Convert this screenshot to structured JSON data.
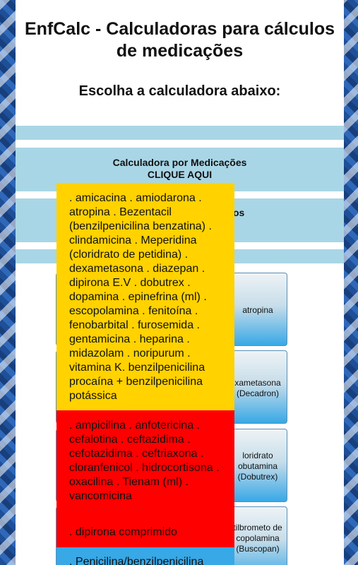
{
  "header": {
    "title": "EnfCalc - Calculadoras para cálculos de medicações",
    "subtitle": "Escolha a calculadora abaixo:"
  },
  "menu": {
    "medicacoes_line1": "Calculadora por Medicações",
    "medicacoes_line2": "CLIQUE AQUI",
    "second_partial": "entos"
  },
  "buttons": [
    {
      "label": "atropina"
    },
    {
      "label": "xametasona (Decadron)"
    },
    {
      "label": "loridrato obutamina (Dobutrex)"
    },
    {
      "label": "tilbrometo de copolamina (Buscopan)"
    }
  ],
  "dropdown": {
    "group1": ". amicacina . amiodarona . atropina . Bezentacil (benzilpenicilina benzatina) . clindamicina . Meperidina (cloridrato de petidina) . dexametasona . diazepan . dipirona E.V . dobutrex . dopamina . epinefrina (ml) . escopolamina . fenitoína . fenobarbital . furosemida . gentamicina . heparina . midazolam . noripurum . vitamina K. benzilpenicilina procaína + benzilpenicilina potássica",
    "group2": ". ampicilina . anfotericina . cefalotina . ceftazidima . cefotazidima . ceftriaxona . cloranfenicol . hidrocortisona . oxacilina . Tienam (ml) . vancomicina",
    "group3": ". dipirona comprimido",
    "group4": ". Penicilina/benzilpenicilina"
  },
  "colors": {
    "band": "#a9d6e6",
    "yellow": "#ffd200",
    "red": "#ff0000",
    "blue": "#38a8e6"
  }
}
